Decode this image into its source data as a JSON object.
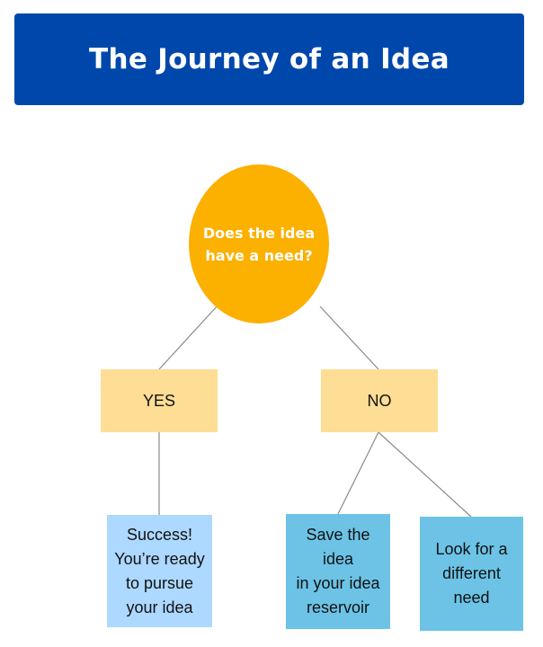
{
  "title": "The Journey of an Idea",
  "decision": {
    "label": "Does the idea\nhave a need?"
  },
  "branches": {
    "yes_label": "YES",
    "no_label": "NO"
  },
  "outcomes": {
    "success": "Success!\nYou’re ready\nto pursue\nyour idea",
    "save": "Save the\nidea\nin your idea\nreservoir",
    "look": "Look for a\ndifferent\nneed"
  },
  "colors": {
    "banner": "#0047ab",
    "decision": "#fcb000",
    "answer": "#fedd95",
    "outcome_light": "#add8ff",
    "outcome": "#6cc3e6",
    "connector": "#8a8a8a"
  }
}
